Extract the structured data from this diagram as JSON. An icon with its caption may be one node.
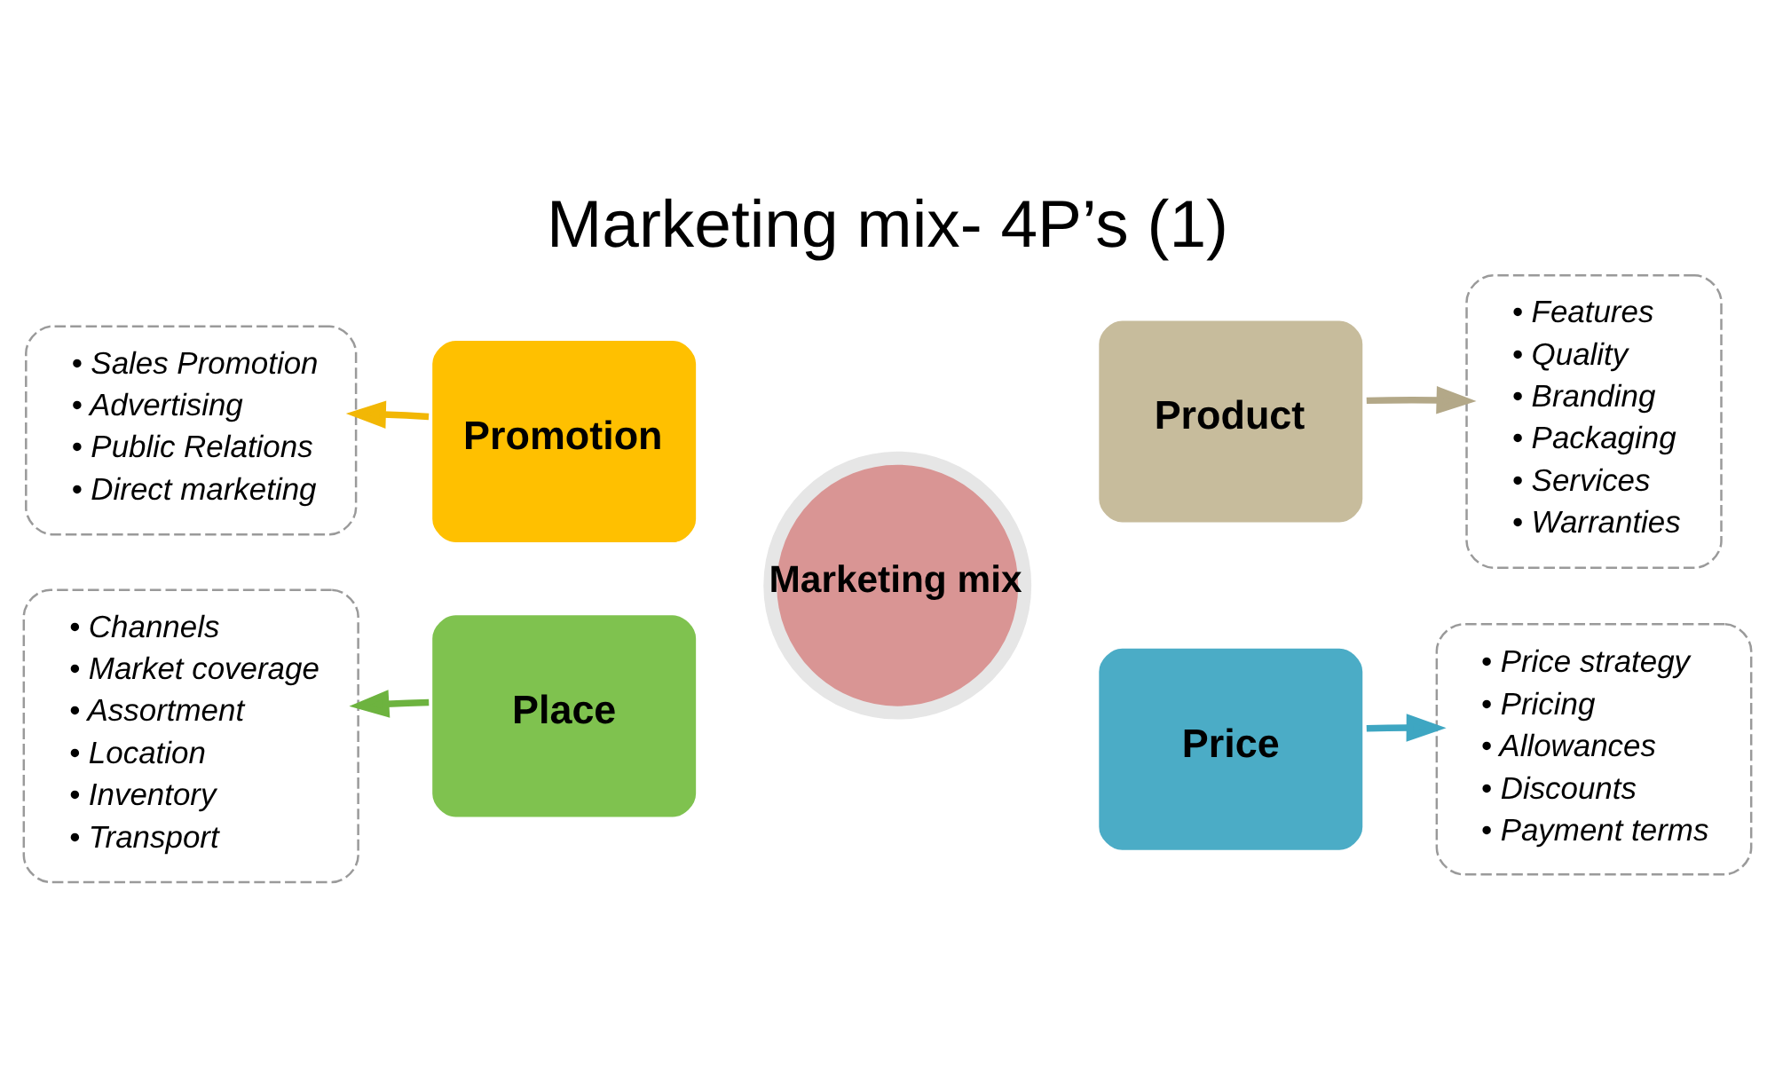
{
  "diagram": {
    "title": "Marketing mix- 4P’s (1)",
    "nodes": [
      {
        "text": [
          "• Sales Promotion",
          "• Advertising",
          "• Public Relations",
          "• Direct marketing"
        ]
      },
      {
        "text": [
          "Promotion"
        ]
      },
      {
        "text": [
          "Product"
        ]
      },
      {
        "text": [
          "• Features",
          "• Quality",
          "• Branding",
          "• Packaging",
          "• Services",
          "• Warranties"
        ]
      },
      {
        "text": [
          "Marketing mix"
        ]
      },
      {
        "text": [
          "• Channels",
          "• Market coverage",
          "• Assortment",
          "• Location",
          "• Inventory",
          "• Transport"
        ]
      },
      {
        "text": [
          "Place"
        ]
      },
      {
        "text": [
          "Price"
        ]
      },
      {
        "text": [
          "• Price strategy",
          "• Pricing",
          "• Allowances",
          "• Discounts",
          "• Payment terms"
        ]
      }
    ],
    "edges": [
      {
        "from": 1,
        "to": 0,
        "arrow": "to",
        "color": "#f2b705"
      },
      {
        "from": 2,
        "to": 3,
        "arrow": "to",
        "color": "#b3a888"
      },
      {
        "from": 6,
        "to": 5,
        "arrow": "to",
        "color": "#6db33f"
      },
      {
        "from": 7,
        "to": 8,
        "arrow": "to",
        "color": "#3ea6c2"
      }
    ]
  }
}
